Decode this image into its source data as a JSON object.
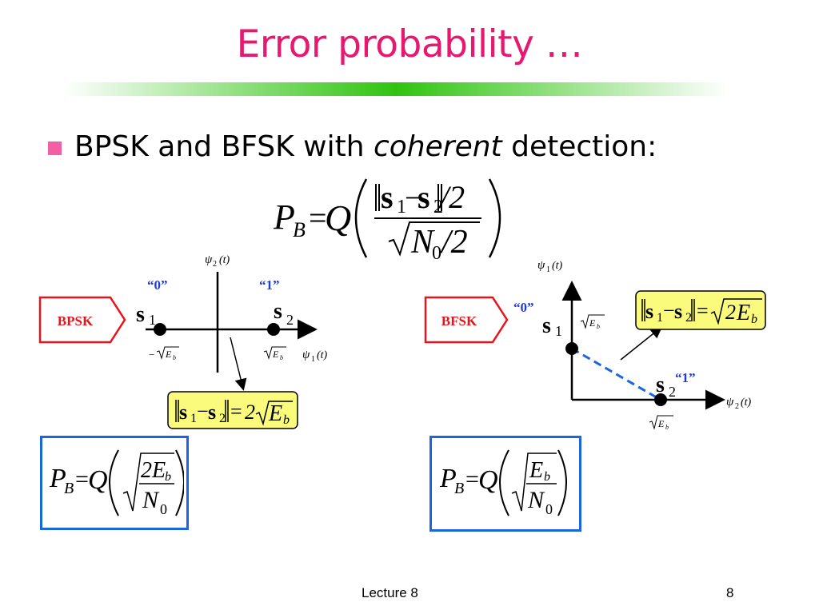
{
  "slide": {
    "title": "Error probability …",
    "bullet": {
      "prefix": "BPSK and BFSK with ",
      "italic": "coherent",
      "suffix": " detection:"
    }
  },
  "formulas": {
    "main": {
      "lhs": "P",
      "lhs_sub": "B",
      "eq": "=",
      "q": "Q",
      "num_s1": "s",
      "num_s1_sub": "1",
      "minus": "−",
      "num_s2": "s",
      "num_s2_sub": "2",
      "num_div": "/2",
      "den": "N",
      "den_sub": "0",
      "den_div": "/2"
    },
    "bpsk_distance": {
      "s1": "s",
      "s1_sub": "1",
      "minus": "−",
      "s2": "s",
      "s2_sub": "2",
      "eq": "=",
      "coef": "2",
      "E": "E",
      "E_sub": "b"
    },
    "bfsk_distance": {
      "s1": "s",
      "s1_sub": "1",
      "minus": "−",
      "s2": "s",
      "s2_sub": "2",
      "eq": "=",
      "coef": "2",
      "E": "E",
      "E_sub": "b"
    },
    "bpsk_pb": {
      "lhs": "P",
      "lhs_sub": "B",
      "eq": "=",
      "q": "Q",
      "coef": "2",
      "E": "E",
      "E_sub": "b",
      "N": "N",
      "N_sub": "0"
    },
    "bfsk_pb": {
      "lhs": "P",
      "lhs_sub": "B",
      "eq": "=",
      "q": "Q",
      "E": "E",
      "E_sub": "b",
      "N": "N",
      "N_sub": "0"
    }
  },
  "bpsk": {
    "tag": "BPSK",
    "label_zero": "“0”",
    "label_one": "“1”",
    "s1": "s",
    "s1_sub": "1",
    "s2": "s",
    "s2_sub": "2",
    "axis_y": "ψ",
    "axis_y_sub": "2",
    "axis_y_arg": "(t)",
    "axis_x": "ψ",
    "axis_x_sub": "1",
    "axis_x_arg": "(t)",
    "tick_neg_sign": "−",
    "tick_E": "E",
    "tick_E_sub": "b"
  },
  "bfsk": {
    "tag": "BFSK",
    "label_zero": "“0”",
    "label_one": "“1”",
    "s1": "s",
    "s1_sub": "1",
    "s2": "s",
    "s2_sub": "2",
    "axis_y": "ψ",
    "axis_y_sub": "1",
    "axis_y_arg": "(t)",
    "axis_x": "ψ",
    "axis_x_sub": "2",
    "axis_x_arg": "(t)",
    "tick_E": "E",
    "tick_E_sub": "b"
  },
  "footer": {
    "center": "Lecture 8",
    "page": "8"
  },
  "colors": {
    "title": "#e6186f",
    "bullet": "#f35fa4",
    "tag": "#e8141c",
    "label": "#1f3cd6",
    "highlight_fill": "#fafa7d",
    "box_border": "#1a66e0",
    "dashed": "#1a66e0"
  }
}
